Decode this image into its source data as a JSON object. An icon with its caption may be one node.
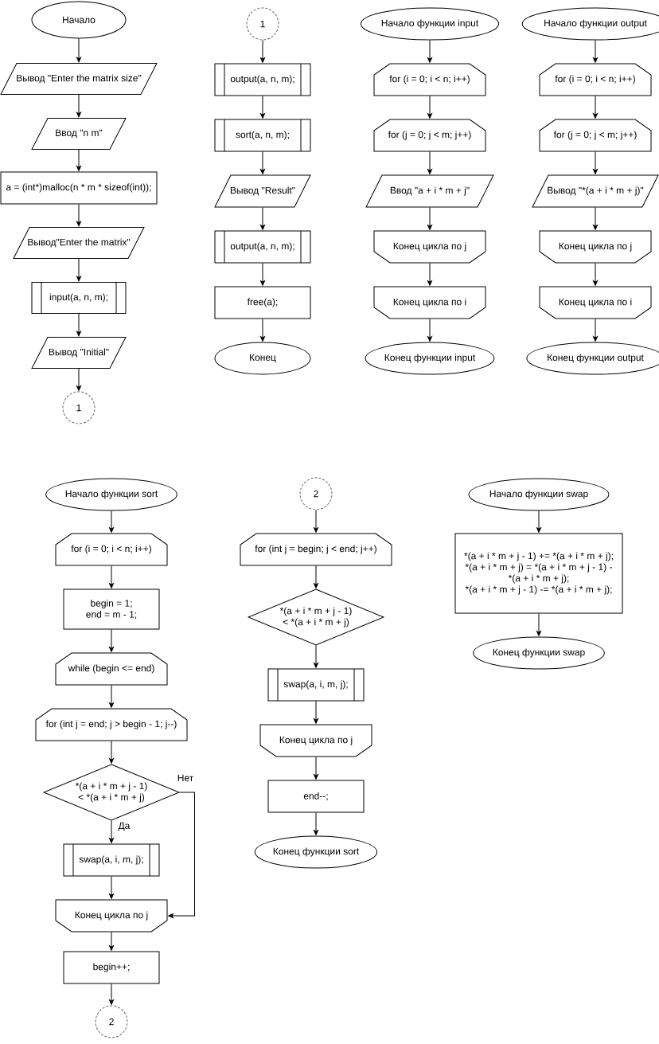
{
  "diagram": {
    "nodes": [
      {
        "text": [
          "Начало"
        ]
      },
      {
        "text": [
          "Вывод \"Enter the matrix size\""
        ]
      },
      {
        "text": [
          "Ввод \"n m\""
        ]
      },
      {
        "text": [
          "a = (int*)malloc(n * m * sizeof(int));"
        ]
      },
      {
        "text": [
          "Вывод\"Enter the matrix\""
        ]
      },
      {
        "text": [
          "input(a, n, m);"
        ]
      },
      {
        "text": [
          "Вывод \"Initial\""
        ]
      },
      {
        "text": [
          "1"
        ]
      },
      {
        "text": [
          "1"
        ]
      },
      {
        "text": [
          "output(a, n, m);"
        ]
      },
      {
        "text": [
          "sort(a, n, m);"
        ]
      },
      {
        "text": [
          "Вывод \"Result\""
        ]
      },
      {
        "text": [
          "output(a, n, m);"
        ]
      },
      {
        "text": [
          "free(a);"
        ]
      },
      {
        "text": [
          "Конец"
        ]
      },
      {
        "text": [
          "Начало функции input"
        ]
      },
      {
        "text": [
          "for (i = 0; i < n; i++)"
        ]
      },
      {
        "text": [
          "for (j = 0; j < m; j++)"
        ]
      },
      {
        "text": [
          "Ввод \"a + i * m + j\""
        ]
      },
      {
        "text": [
          "Конец цикла по j"
        ]
      },
      {
        "text": [
          "Конец цикла по i"
        ]
      },
      {
        "text": [
          "Конец функции input"
        ]
      },
      {
        "text": [
          "Начало функции output"
        ]
      },
      {
        "text": [
          "for (i = 0; i < n; i++)"
        ]
      },
      {
        "text": [
          "for (j = 0; j < m; j++)"
        ]
      },
      {
        "text": [
          "Вывод \"*(a + i * m + j)\""
        ]
      },
      {
        "text": [
          "Конец цикла по j"
        ]
      },
      {
        "text": [
          "Конец цикла по i"
        ]
      },
      {
        "text": [
          "Конец функции output"
        ]
      },
      {
        "text": [
          "Начало функции sort"
        ]
      },
      {
        "text": [
          "for (i = 0; i < n; i++)"
        ]
      },
      {
        "text": [
          "begin = 1;",
          "end = m - 1;"
        ]
      },
      {
        "text": [
          "while (begin <= end)"
        ]
      },
      {
        "text": [
          "for (int j = end; j > begin - 1; j--)"
        ]
      },
      {
        "text": [
          "*(a + i * m + j - 1) < *(a + i * m + j)"
        ]
      },
      {
        "text": [
          "swap(a, i, m, j);"
        ]
      },
      {
        "text": [
          "Конец цикла по j"
        ]
      },
      {
        "text": [
          "begin++;"
        ]
      },
      {
        "text": [
          "2"
        ]
      },
      {
        "text": [
          "2"
        ]
      },
      {
        "text": [
          "for (int j = begin; j < end; j++)"
        ]
      },
      {
        "text": [
          "*(a + i * m + j - 1) < *(a + i * m + j)"
        ]
      },
      {
        "text": [
          "swap(a, i, m, j);"
        ]
      },
      {
        "text": [
          "Конец цикла по j"
        ]
      },
      {
        "text": [
          "end--;"
        ]
      },
      {
        "text": [
          "Конец функции sort"
        ]
      },
      {
        "text": [
          "Начало функции swap"
        ]
      },
      {
        "text": [
          "*(a + i * m + j - 1) += *(a + i * m + j);",
          "*(a + i * m + j) = *(a + i * m + j - 1) - *(a + i * m + j);",
          "*(a + i * m + j - 1) -= *(a + i * m + j);"
        ]
      },
      {
        "text": [
          "Конец функции swap"
        ]
      }
    ],
    "edges": [
      {
        "from": 0,
        "to": 1,
        "arrow": "to"
      },
      {
        "from": 1,
        "to": 2,
        "arrow": "to"
      },
      {
        "from": 2,
        "to": 3,
        "arrow": "to"
      },
      {
        "from": 3,
        "to": 4,
        "arrow": "to"
      },
      {
        "from": 4,
        "to": 5,
        "arrow": "to"
      },
      {
        "from": 5,
        "to": 6,
        "arrow": "to"
      },
      {
        "from": 6,
        "to": 7,
        "arrow": "to"
      },
      {
        "from": 8,
        "to": 9,
        "arrow": "to"
      },
      {
        "from": 9,
        "to": 10,
        "arrow": "to"
      },
      {
        "from": 10,
        "to": 11,
        "arrow": "to"
      },
      {
        "from": 11,
        "to": 12,
        "arrow": "to"
      },
      {
        "from": 12,
        "to": 13,
        "arrow": "to"
      },
      {
        "from": 13,
        "to": 14,
        "arrow": "to"
      },
      {
        "from": 15,
        "to": 16,
        "arrow": "to"
      },
      {
        "from": 16,
        "to": 17,
        "arrow": "to"
      },
      {
        "from": 17,
        "to": 18,
        "arrow": "to"
      },
      {
        "from": 18,
        "to": 19,
        "arrow": "to"
      },
      {
        "from": 19,
        "to": 20,
        "arrow": "to"
      },
      {
        "from": 20,
        "to": 21,
        "arrow": "to"
      },
      {
        "from": 22,
        "to": 23,
        "arrow": "to"
      },
      {
        "from": 23,
        "to": 24,
        "arrow": "to"
      },
      {
        "from": 24,
        "to": 25,
        "arrow": "to"
      },
      {
        "from": 25,
        "to": 26,
        "arrow": "to"
      },
      {
        "from": 26,
        "to": 27,
        "arrow": "to"
      },
      {
        "from": 27,
        "to": 28,
        "arrow": "to"
      },
      {
        "from": 29,
        "to": 30,
        "arrow": "to"
      },
      {
        "from": 30,
        "to": 31,
        "arrow": "to"
      },
      {
        "from": 31,
        "to": 32,
        "arrow": "to"
      },
      {
        "from": 32,
        "to": 33,
        "arrow": "to"
      },
      {
        "from": 33,
        "to": 34,
        "arrow": "to"
      },
      {
        "from": 34,
        "to": 35,
        "arrow": "to",
        "label": "Да"
      },
      {
        "from": 34,
        "to": 36,
        "arrow": "to",
        "label": "Нет"
      },
      {
        "from": 35,
        "to": 36,
        "arrow": "to"
      },
      {
        "from": 36,
        "to": 37,
        "arrow": "to"
      },
      {
        "from": 37,
        "to": 38,
        "arrow": "to"
      },
      {
        "from": 39,
        "to": 40,
        "arrow": "to"
      },
      {
        "from": 40,
        "to": 41,
        "arrow": "to"
      },
      {
        "from": 41,
        "to": 42,
        "arrow": "to"
      },
      {
        "from": 42,
        "to": 43,
        "arrow": "to"
      },
      {
        "from": 43,
        "to": 44,
        "arrow": "to"
      },
      {
        "from": 44,
        "to": 45,
        "arrow": "to"
      },
      {
        "from": 46,
        "to": 47,
        "arrow": "to"
      },
      {
        "from": 47,
        "to": 48,
        "arrow": "to"
      }
    ]
  }
}
